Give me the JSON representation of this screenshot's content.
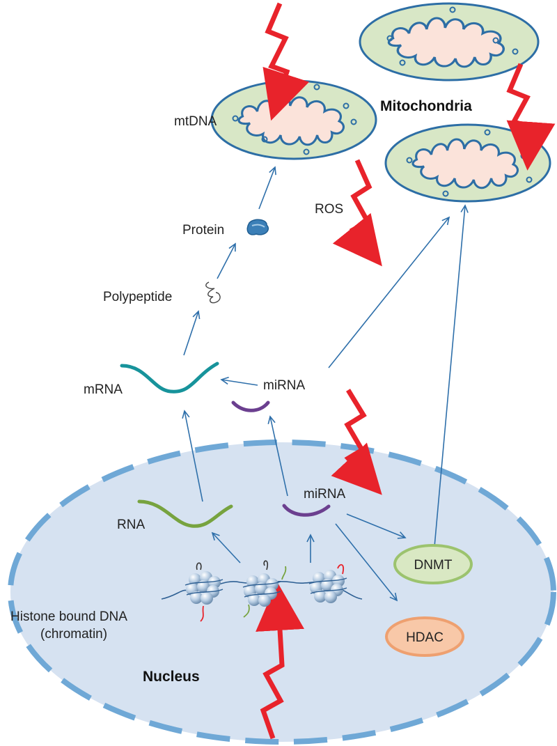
{
  "labels": {
    "mitochondria": "Mitochondria",
    "mtdna": "mtDNA",
    "protein": "Protein",
    "polypeptide": "Polypeptide",
    "ros": "ROS",
    "mrna": "mRNA",
    "mirna_cytoplasm": "miRNA",
    "mirna_nucleus": "miRNA",
    "rna": "RNA",
    "dnmt": "DNMT",
    "hdac": "HDAC",
    "histone_line1": "Histone bound DNA",
    "histone_line2": "(chromatin)",
    "nucleus": "Nucleus"
  },
  "colors": {
    "arrow": "#2e6faa",
    "ros_bolt": "#e8232b",
    "nucleus_fill": "#d6e2f1",
    "nucleus_border": "#6fa8d6",
    "mito_outer": "#d8e7c6",
    "mito_inner": "#fbe3da",
    "mito_border": "#2d6ea5",
    "mrna": "#17939b",
    "rna": "#77a33f",
    "mirna": "#6b3f8f",
    "dnmt_fill": "#d9e8c3",
    "hdac_fill": "#f8c8a8"
  }
}
